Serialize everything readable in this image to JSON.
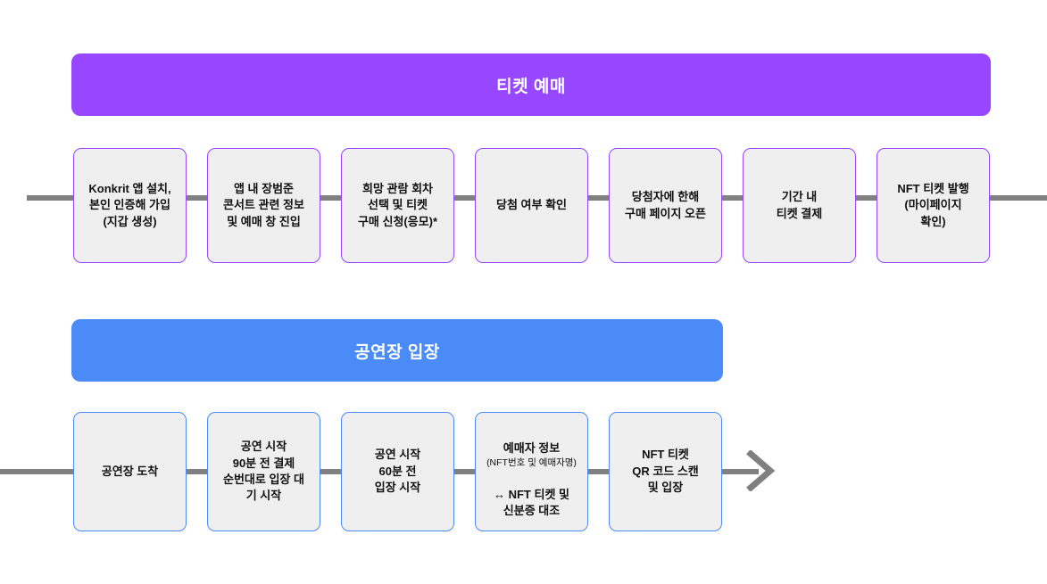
{
  "sections": [
    {
      "id": "ticket-booking",
      "title": "티켓 예매",
      "color": "#9747ff",
      "steps": [
        {
          "text": "Konkrit 앱 설치,\n본인 인증해 가입\n(지갑 생성)"
        },
        {
          "text": "앱 내 장범준\n콘서트 관련 정보\n및 예매 창 진입"
        },
        {
          "text": "희망 관람 회차\n선택 및 티켓\n구매 신청(응모)*"
        },
        {
          "text": "당첨 여부 확인"
        },
        {
          "text": "당첨자에 한해\n구매 페이지 오픈"
        },
        {
          "text": "기간 내\n티켓 결제"
        },
        {
          "text": "NFT 티켓 발행\n(마이페이지\n확인)"
        }
      ]
    },
    {
      "id": "venue-entry",
      "title": "공연장 입장",
      "color": "#4a8bf7",
      "steps": [
        {
          "text": "공연장 도착"
        },
        {
          "text": "공연 시작\n90분 전 결제\n순번대로 입장 대\n기 시작"
        },
        {
          "text": "공연 시작\n60분 전\n입장 시작"
        },
        {
          "text": "예매자 정보",
          "note": "(NFT번호 및 예매자명)",
          "text2": "↔ NFT 티켓 및\n신분증 대조"
        },
        {
          "text": "NFT 티켓\nQR 코드 스캔\n및 입장"
        }
      ]
    }
  ],
  "connectors": {
    "line_color": "#808080",
    "arrow_icon": "arrow-right-icon"
  }
}
